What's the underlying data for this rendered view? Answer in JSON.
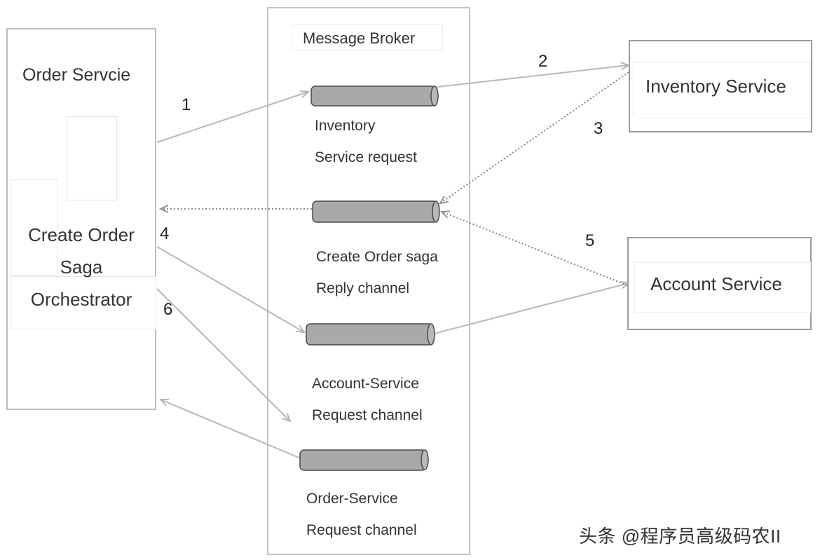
{
  "order_service": {
    "title": "Order Servcie",
    "saga_lines": [
      "Create Order",
      "Saga",
      "Orchestrator"
    ]
  },
  "message_broker": {
    "title": "Message Broker",
    "channels": [
      {
        "lines": [
          "Inventory",
          "Service request"
        ]
      },
      {
        "lines": [
          "Create Order saga",
          "Reply channel"
        ]
      },
      {
        "lines": [
          "Account-Service",
          "Request channel"
        ]
      },
      {
        "lines": [
          "Order-Service",
          "Request channel"
        ]
      }
    ]
  },
  "inventory_service": {
    "title": "Inventory Service"
  },
  "account_service": {
    "title": "Account Service"
  },
  "steps": [
    "1",
    "2",
    "3",
    "4",
    "5",
    "6"
  ],
  "watermark": "头条 @程序员高级码农II",
  "colors": {
    "arrow_solid": "#b5b5b5",
    "arrow_dotted": "#8c8c8c",
    "channel_fill": "#a9a9a9",
    "channel_stroke": "#444444",
    "box_border": "#bdbdbd"
  }
}
